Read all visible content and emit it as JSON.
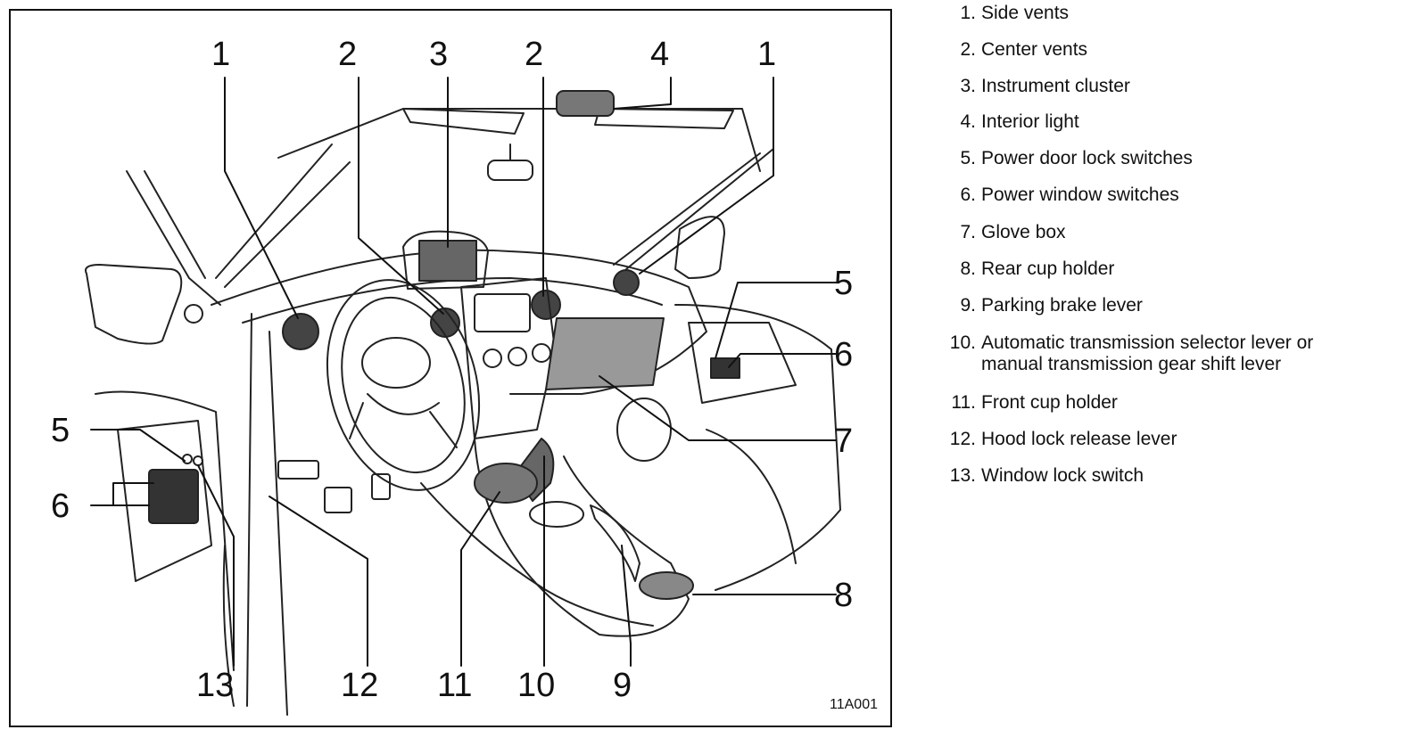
{
  "figure": {
    "code": "11A001",
    "callouts": [
      "1",
      "2",
      "3",
      "2",
      "4",
      "1",
      "5",
      "6",
      "7",
      "8",
      "5",
      "6",
      "13",
      "12",
      "11",
      "10",
      "9"
    ]
  },
  "legend": [
    {
      "num": "1.",
      "label": "Side vents"
    },
    {
      "num": "2.",
      "label": "Center vents"
    },
    {
      "num": "3.",
      "label": "Instrument cluster"
    },
    {
      "num": "4.",
      "label": "Interior light"
    },
    {
      "num": "5.",
      "label": "Power door lock switches"
    },
    {
      "num": "6.",
      "label": "Power window switches"
    },
    {
      "num": "7.",
      "label": "Glove box"
    },
    {
      "num": "8.",
      "label": "Rear cup holder"
    },
    {
      "num": "9.",
      "label": "Parking brake lever"
    },
    {
      "num": "10.",
      "label": "Automatic transmission selector lever or\nmanual transmission gear shift lever"
    },
    {
      "num": "11.",
      "label": "Front cup holder"
    },
    {
      "num": "12.",
      "label": "Hood lock release lever"
    },
    {
      "num": "13.",
      "label": "Window lock switch"
    }
  ]
}
